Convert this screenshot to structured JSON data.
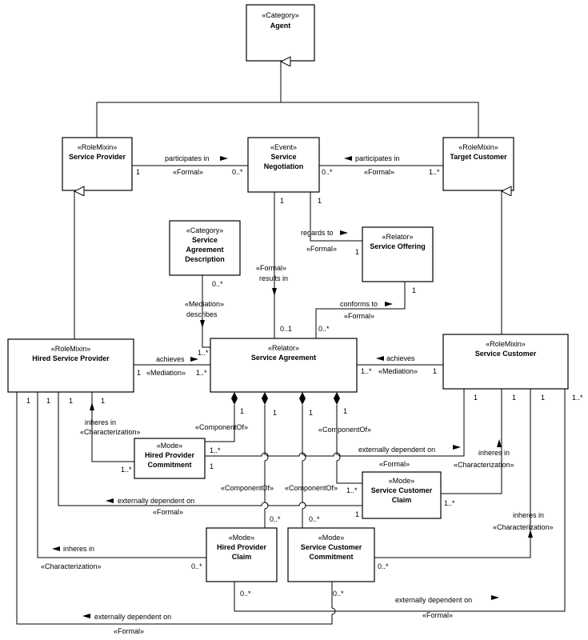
{
  "classes": {
    "agent": {
      "stereotype": "«Category»",
      "name": [
        "Agent"
      ]
    },
    "service_provider": {
      "stereotype": "«RoleMixin»",
      "name": [
        "Service Provider"
      ]
    },
    "service_negotiation": {
      "stereotype": "«Event»",
      "name": [
        "Service",
        "Negotiation"
      ]
    },
    "target_customer": {
      "stereotype": "«RoleMixin»",
      "name": [
        "Target Customer"
      ]
    },
    "service_agreement_description": {
      "stereotype": "«Category»",
      "name": [
        "Service",
        "Agreement",
        "Description"
      ]
    },
    "service_offering": {
      "stereotype": "«Relator»",
      "name": [
        "Service Offering"
      ]
    },
    "hired_service_provider": {
      "stereotype": "«RoleMixin»",
      "name": [
        "Hired Service Provider"
      ]
    },
    "service_agreement": {
      "stereotype": "«Relator»",
      "name": [
        "Service Agreement"
      ]
    },
    "service_customer": {
      "stereotype": "«RoleMixin»",
      "name": [
        "Service Customer"
      ]
    },
    "hired_provider_commitment": {
      "stereotype": "«Mode»",
      "name": [
        "Hired Provider",
        "Commitment"
      ]
    },
    "service_customer_claim": {
      "stereotype": "«Mode»",
      "name": [
        "Service Customer",
        "Claim"
      ]
    },
    "hired_provider_claim": {
      "stereotype": "«Mode»",
      "name": [
        "Hired Provider",
        "Claim"
      ]
    },
    "service_customer_commitment": {
      "stereotype": "«Mode»",
      "name": [
        "Service Customer",
        "Commitment"
      ]
    }
  },
  "labels": {
    "participates_in": "participates in",
    "formal": "«Formal»",
    "regards_to": "regards to",
    "results_in": "results in",
    "conforms_to": "conforms to",
    "mediation": "«Mediation»",
    "describes": "describes",
    "achieves": "achieves",
    "inheres_in": "inheres in",
    "characterization": "«Characterization»",
    "component_of": "«ComponentOf»",
    "externally_dependent_on": "externally dependent on"
  },
  "mult": {
    "one": "1",
    "zero_many": "0..*",
    "one_many": "1..*",
    "zero_one": "0..1"
  }
}
